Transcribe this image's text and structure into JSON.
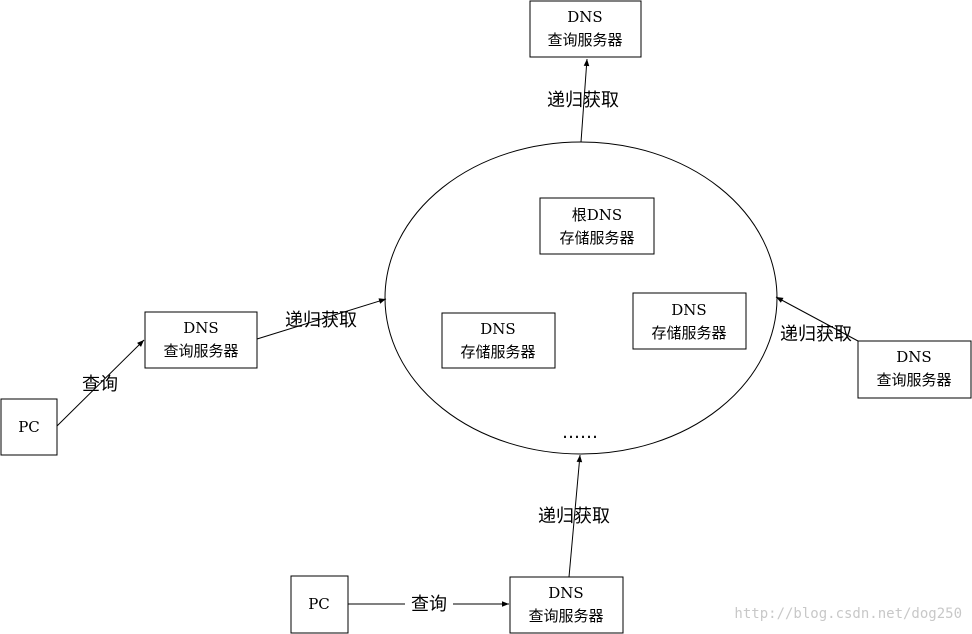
{
  "nodes": {
    "dns_top": {
      "line1": "DNS",
      "line2": "查询服务器"
    },
    "root_store": {
      "line1": "根DNS",
      "line2": "存储服务器"
    },
    "store_mid": {
      "line1": "DNS",
      "line2": "存储服务器"
    },
    "store_right": {
      "line1": "DNS",
      "line2": "存储服务器"
    },
    "dns_left": {
      "line1": "DNS",
      "line2": "查询服务器"
    },
    "dns_right": {
      "line1": "DNS",
      "line2": "查询服务器"
    },
    "dns_bottom": {
      "line1": "DNS",
      "line2": "查询服务器"
    },
    "pc_left": {
      "label": "PC"
    },
    "pc_bottom": {
      "label": "PC"
    }
  },
  "ellipsis": "……",
  "edges": {
    "recursive_label": "递归获取",
    "query_label": "查询"
  },
  "watermark": "http://blog.csdn.net/dog250"
}
